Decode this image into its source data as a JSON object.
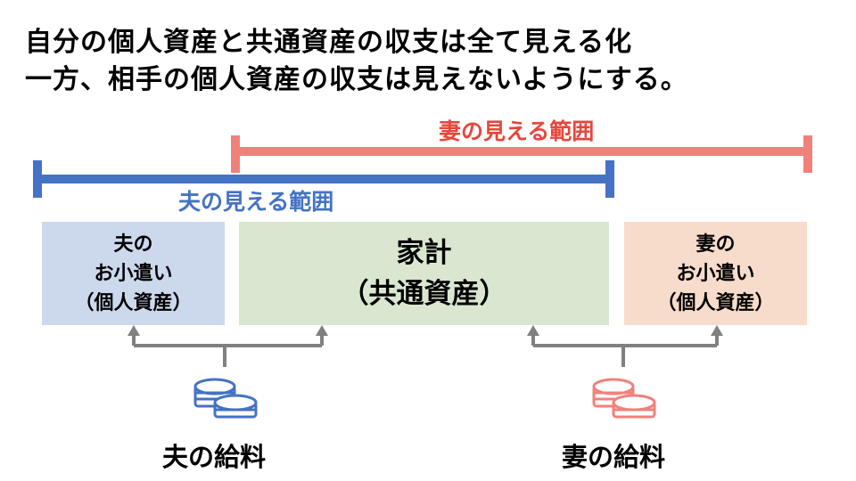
{
  "headline": {
    "line1": "自分の個人資産と共通資産の収支は全て見える化",
    "line2": "一方、相手の個人資産の収支は見えないようにする。"
  },
  "ranges": {
    "wife": {
      "label": "妻の見える範囲",
      "color": "#f0817a"
    },
    "husband": {
      "label": "夫の見える範囲",
      "color": "#4472c4"
    }
  },
  "boxes": {
    "husband_allowance": {
      "lines": [
        "夫の",
        "お小遣い",
        "（個人資産）"
      ],
      "color": "#ccd9ed"
    },
    "household": {
      "lines": [
        "家計",
        "（共通資産）"
      ],
      "color": "#d9e7d1"
    },
    "wife_allowance": {
      "lines": [
        "妻の",
        "お小遣い",
        "（個人資産）"
      ],
      "color": "#f8dccb"
    }
  },
  "salaries": {
    "husband": {
      "label": "夫の給料",
      "coin_color": "#4472c4"
    },
    "wife": {
      "label": "妻の給料",
      "coin_color": "#f0817a"
    }
  },
  "icons": {
    "coin_stack": "coin-stack-icon",
    "arrow": "arrow-up-icon"
  }
}
